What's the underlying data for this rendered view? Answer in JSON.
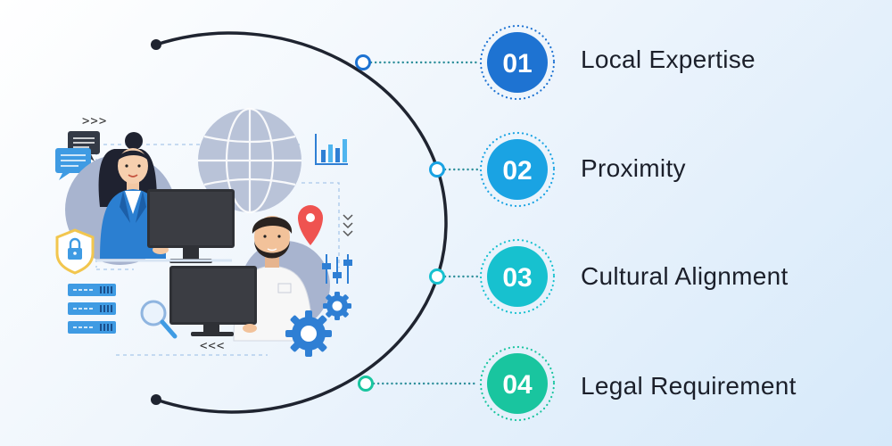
{
  "steps": [
    {
      "number": "01",
      "label": "Local Expertise",
      "color": "#1e73d2"
    },
    {
      "number": "02",
      "label": "Proximity",
      "color": "#1aa3e3"
    },
    {
      "number": "03",
      "label": "Cultural Alignment",
      "color": "#17c1cf"
    },
    {
      "number": "04",
      "label": "Legal Requirement",
      "color": "#19c59f"
    }
  ],
  "illustration": {
    "chevrons_top": ">>>",
    "chevrons_bottom": "<<<",
    "icons": [
      "chat-bubble-icon",
      "globe-icon",
      "bar-chart-icon",
      "location-pin-icon",
      "padlock-shield-icon",
      "server-stack-icon",
      "magnifier-icon",
      "gear-icon",
      "slider-controls-icon"
    ]
  },
  "colors": {
    "arc": "#1f2430",
    "dots": "#2e8f9b",
    "text": "#1b1f2a"
  }
}
